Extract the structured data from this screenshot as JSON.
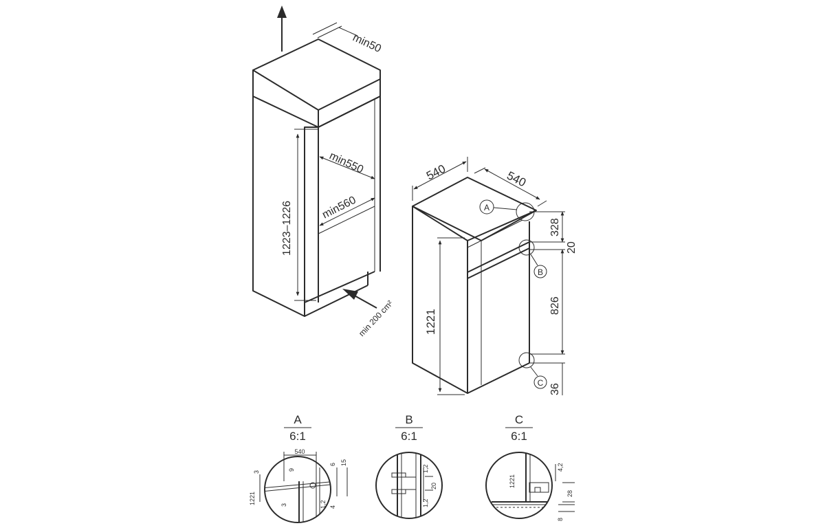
{
  "cabinet": {
    "dim_top_clearance": "min50",
    "dim_depth_inner": "min550",
    "dim_width_inner": "min560",
    "dim_niche_height": "1223–1226",
    "ventilation": "min 200 cm²"
  },
  "appliance": {
    "dim_width": "540",
    "dim_depth": "540",
    "dim_height": "1221",
    "dim_top_section": "328",
    "dim_gap": "20",
    "dim_door": "826",
    "dim_bottom": "36",
    "marker_a": "A",
    "marker_b": "B",
    "marker_c": "C"
  },
  "details": [
    {
      "letter": "A",
      "scale": "6:1",
      "labels": [
        "540",
        "3",
        "9",
        "6",
        "15",
        "1221",
        "3",
        "1,2",
        "4"
      ]
    },
    {
      "letter": "B",
      "scale": "6:1",
      "labels": [
        "1,2",
        "20",
        "1,2"
      ]
    },
    {
      "letter": "C",
      "scale": "6:1",
      "labels": [
        "1221",
        "4,2",
        "28",
        "8"
      ]
    }
  ]
}
